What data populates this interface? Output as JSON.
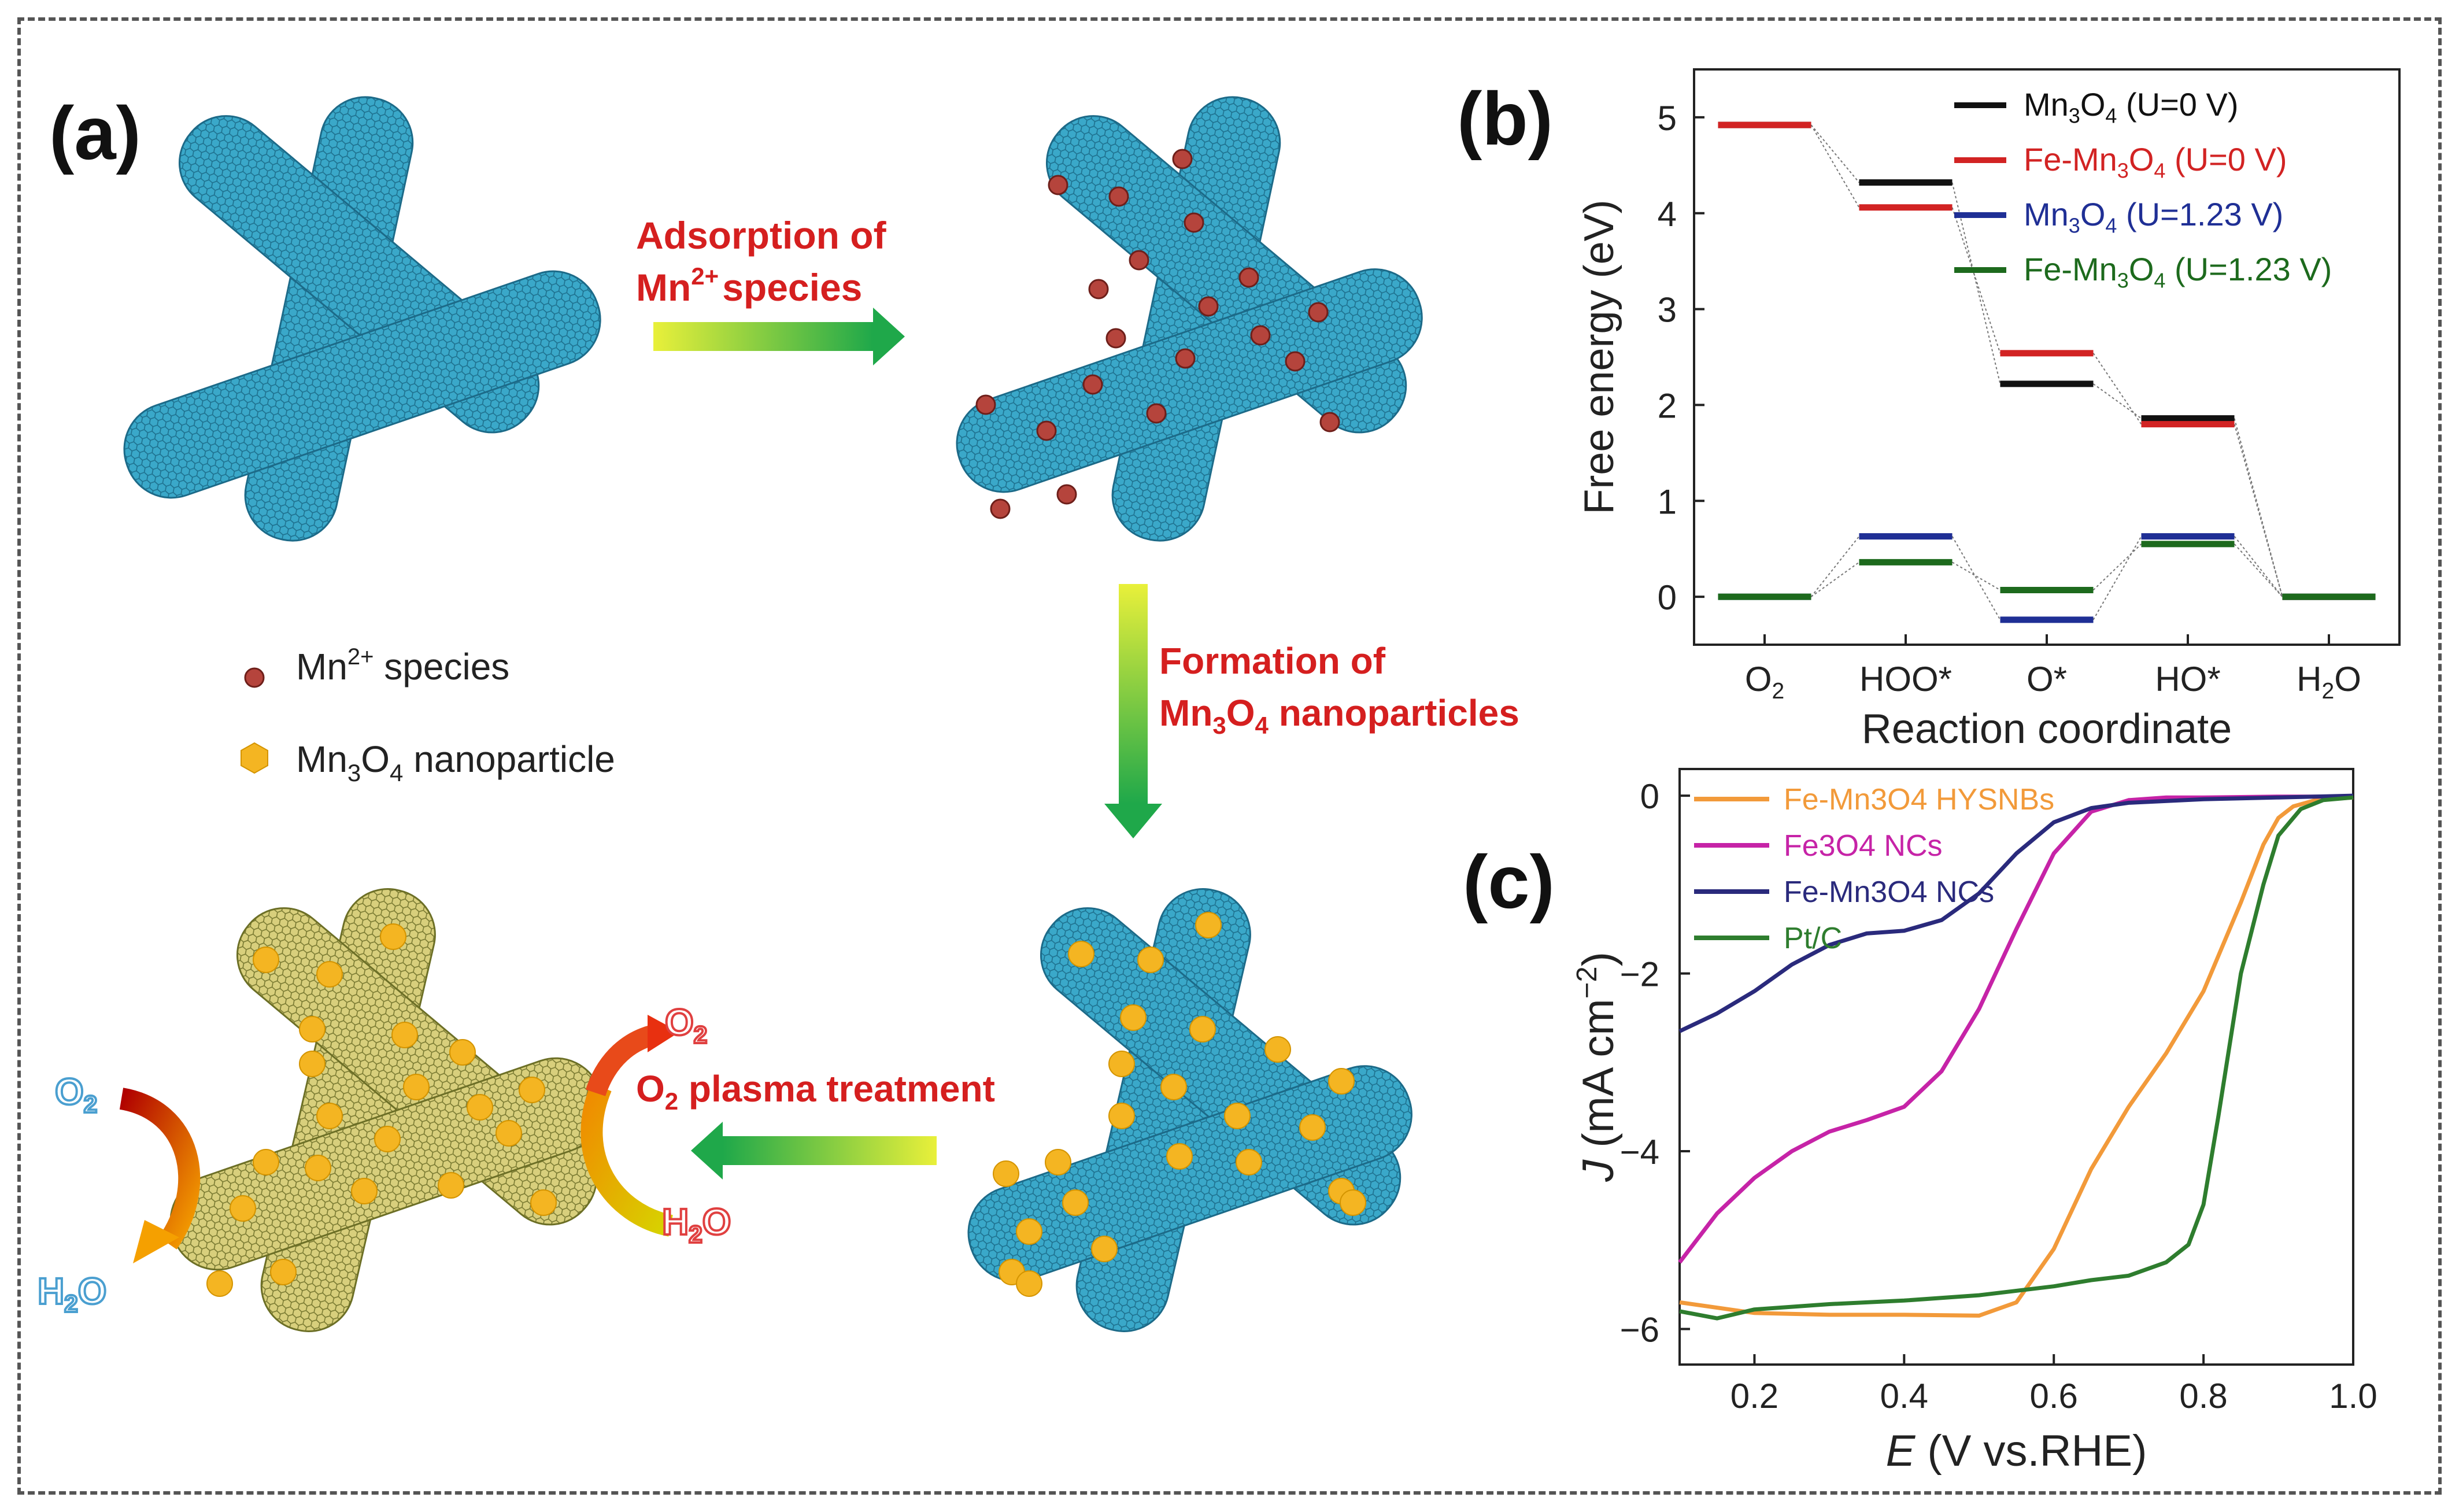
{
  "panel_a": {
    "label": "(a)",
    "step1_label_line1": "Adsorption of",
    "step1_label_line2_base": "Mn",
    "step1_label_line2_sup": "2+",
    "step1_label_line2_rest": "species",
    "step2_label_line1": "Formation of",
    "step2_label_line2": "Mn3O4 nanoparticles",
    "step3_label": "O2 plasma treatment",
    "legend_mn_species": "Mn2+ species",
    "legend_mn3o4": "Mn3O4 nanoparticle",
    "o2_in": "O2",
    "o2_out": "O2",
    "h2o_left": "H2O",
    "h2o_right": "H2O",
    "colors": {
      "tube_blue": "#2fa3c4",
      "tube_gold": "#cfc46a",
      "mn_species": "#b5443c",
      "nanoparticle": "#f4b522",
      "red_text": "#d51f1f"
    }
  },
  "chart_data": [
    {
      "type": "line",
      "panel_label": "(b)",
      "xlabel": "Reaction coordinate",
      "ylabel": "Free energy (eV)",
      "categories": [
        "O2",
        "HOO*",
        "O*",
        "HO*",
        "H2O"
      ],
      "ylim": [
        -0.5,
        5.5
      ],
      "yticks": [
        0,
        1,
        2,
        3,
        4,
        5
      ],
      "legend_position": "top-right",
      "series": [
        {
          "name": "Mn3O4 (U=0 V)",
          "color": "#111111",
          "values": [
            4.92,
            4.32,
            2.22,
            1.86,
            0
          ]
        },
        {
          "name": "Fe-Mn3O4 (U=0 V)",
          "color": "#d22323",
          "values": [
            4.92,
            4.06,
            2.54,
            1.8,
            0
          ]
        },
        {
          "name": "Mn3O4 (U=1.23 V)",
          "color": "#1f2f95",
          "values": [
            0,
            0.63,
            -0.24,
            0.63,
            0
          ]
        },
        {
          "name": "Fe-Mn3O4 (U=1.23 V)",
          "color": "#1d6a1d",
          "values": [
            0,
            0.36,
            0.07,
            0.55,
            0
          ]
        }
      ]
    },
    {
      "type": "line",
      "panel_label": "(c)",
      "xlabel": "E (V vs.RHE)",
      "ylabel": "J (mA cm−2)",
      "xlim": [
        0.1,
        1.0
      ],
      "ylim": [
        -6.4,
        0.3
      ],
      "xticks": [
        0.2,
        0.4,
        0.6,
        0.8,
        1.0
      ],
      "yticks": [
        0,
        -2,
        -4,
        -6
      ],
      "legend_position": "top-left",
      "series": [
        {
          "name": "Fe-Mn3O4 HYSNBs",
          "color": "#f29a3a",
          "x": [
            0.1,
            0.2,
            0.3,
            0.4,
            0.5,
            0.55,
            0.6,
            0.65,
            0.7,
            0.75,
            0.8,
            0.85,
            0.88,
            0.9,
            0.92,
            0.95,
            1.0
          ],
          "y": [
            -5.7,
            -5.82,
            -5.84,
            -5.84,
            -5.85,
            -5.7,
            -5.1,
            -4.2,
            -3.5,
            -2.9,
            -2.2,
            -1.2,
            -0.55,
            -0.25,
            -0.12,
            -0.05,
            -0.02
          ]
        },
        {
          "name": "Fe3O4 NCs",
          "color": "#c623a7",
          "x": [
            0.1,
            0.15,
            0.2,
            0.25,
            0.3,
            0.35,
            0.4,
            0.45,
            0.5,
            0.55,
            0.6,
            0.65,
            0.7,
            0.75,
            0.8,
            0.9,
            1.0
          ],
          "y": [
            -5.25,
            -4.7,
            -4.3,
            -4.0,
            -3.78,
            -3.65,
            -3.5,
            -3.1,
            -2.4,
            -1.5,
            -0.65,
            -0.18,
            -0.05,
            -0.02,
            -0.02,
            -0.01,
            -0.01
          ]
        },
        {
          "name": "Fe-Mn3O4 NCs",
          "color": "#2a2a7c",
          "x": [
            0.1,
            0.15,
            0.2,
            0.25,
            0.3,
            0.35,
            0.4,
            0.45,
            0.5,
            0.55,
            0.6,
            0.65,
            0.7,
            0.8,
            0.9,
            1.0
          ],
          "y": [
            -2.65,
            -2.45,
            -2.2,
            -1.9,
            -1.68,
            -1.55,
            -1.52,
            -1.4,
            -1.1,
            -0.65,
            -0.3,
            -0.14,
            -0.08,
            -0.04,
            -0.02,
            0.0
          ]
        },
        {
          "name": "Pt/C",
          "color": "#2e7d2e",
          "x": [
            0.1,
            0.15,
            0.2,
            0.3,
            0.4,
            0.5,
            0.6,
            0.65,
            0.7,
            0.75,
            0.78,
            0.8,
            0.82,
            0.85,
            0.88,
            0.9,
            0.93,
            0.96,
            1.0
          ],
          "y": [
            -5.8,
            -5.88,
            -5.78,
            -5.72,
            -5.68,
            -5.62,
            -5.52,
            -5.45,
            -5.4,
            -5.25,
            -5.05,
            -4.6,
            -3.6,
            -2.0,
            -1.0,
            -0.45,
            -0.15,
            -0.05,
            -0.02
          ]
        }
      ]
    }
  ]
}
